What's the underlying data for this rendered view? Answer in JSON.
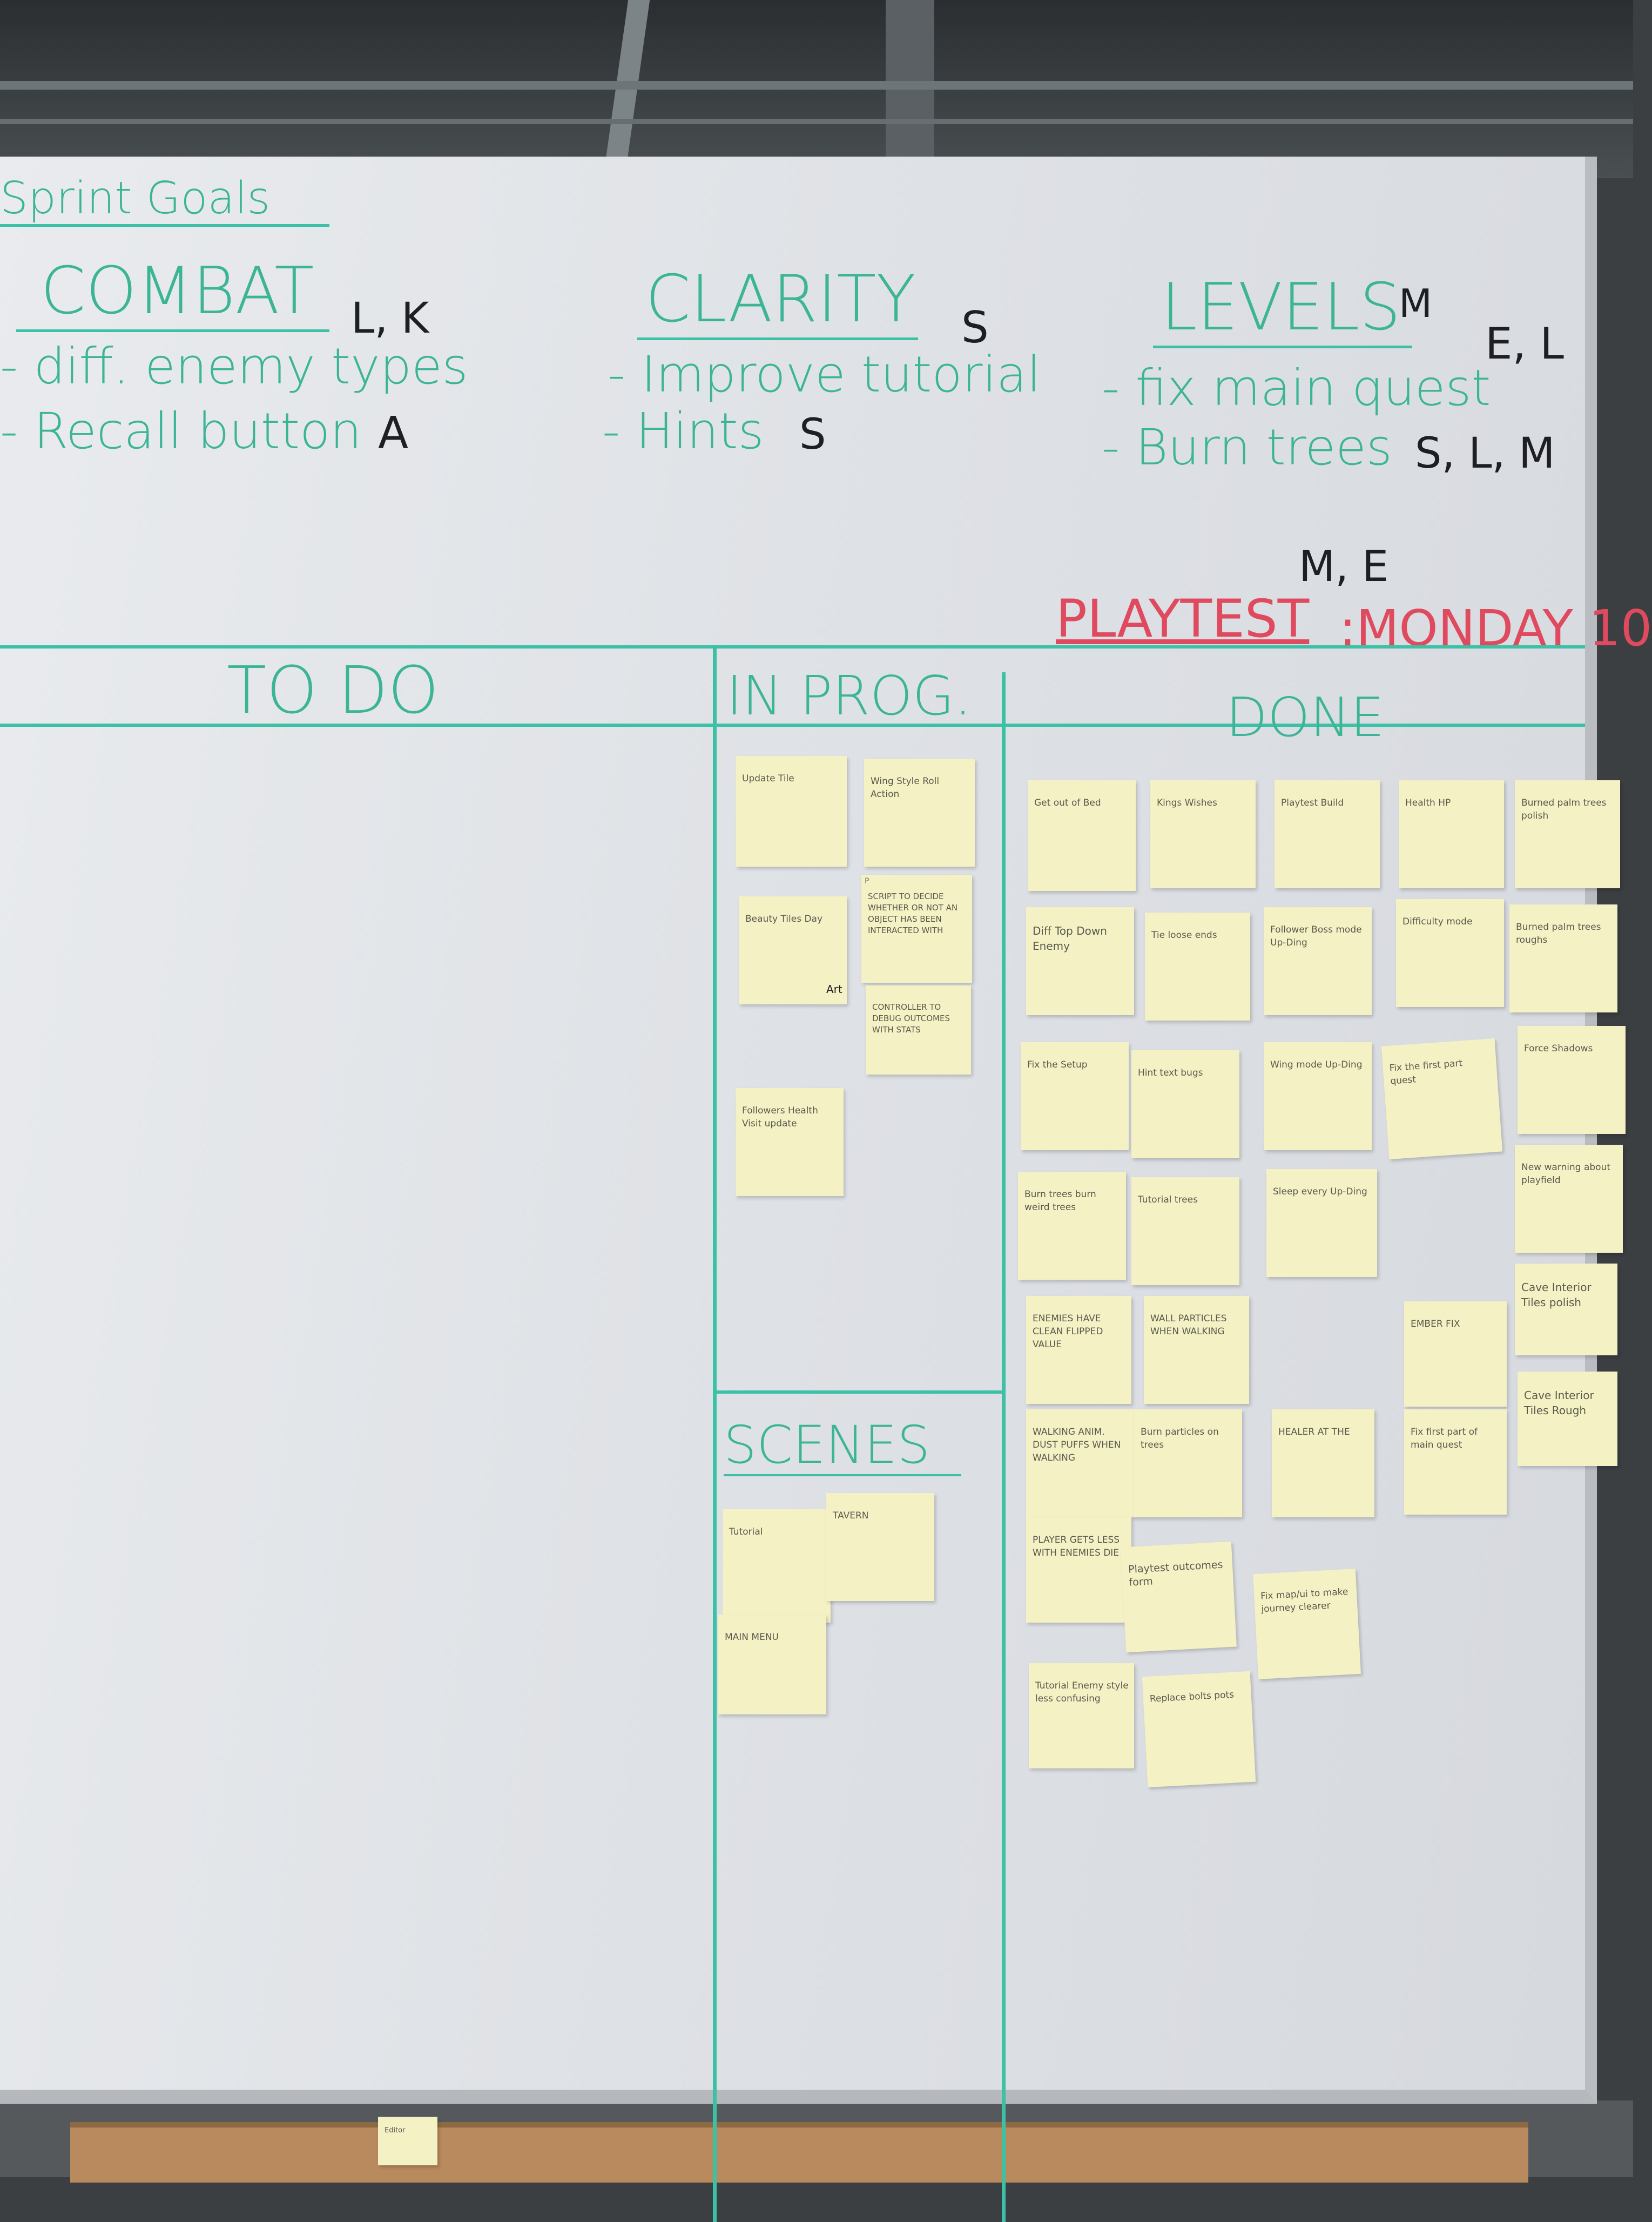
{
  "board": {
    "sprint_goals_label": "Sprint Goals",
    "goals": [
      {
        "heading": "COMBAT",
        "assignees": "L, K",
        "items": [
          "- diff. enemy types",
          "- Recall button"
        ],
        "item_assignees": [
          "",
          "A"
        ]
      },
      {
        "heading": "CLARITY",
        "assignees": "S",
        "items": [
          "- Improve tutorial",
          "- Hints"
        ],
        "item_assignees": [
          "",
          "S"
        ]
      },
      {
        "heading": "LEVELS",
        "assignees": "M",
        "extra_assignees": "E, L",
        "items": [
          "- fix main quest",
          "- Burn trees"
        ],
        "item_assignees": [
          "",
          "S, L, M"
        ]
      }
    ],
    "playtest": {
      "assignees": "M, E",
      "label": "PLAYTEST",
      "date": ":MONDAY 10"
    },
    "columns": {
      "todo": "TO DO",
      "in_progress": "IN PROG.",
      "done": "DONE",
      "scenes": "SCENES"
    },
    "in_progress_notes": [
      "Update Tile",
      "Wing Style Roll Action",
      "Beauty Tiles Day",
      "SCRIPT TO DECIDE WHETHER OR NOT AN OBJECT HAS BEEN INTERACTED WITH",
      "CONTROLLER TO DEBUG OUTCOMES WITH STATS",
      "Followers Health Visit update"
    ],
    "scene_notes": [
      "Tutorial",
      "TAVERN",
      "MAIN MENU"
    ],
    "done_notes": [
      "Get out of Bed",
      "Kings Wishes",
      "Playtest Build",
      "Health HP",
      "Burned palm trees polish",
      "Diff Top Down Enemy",
      "Tie loose ends",
      "Follower Boss mode Up-Ding",
      "Difficulty mode",
      "Burned palm trees roughs",
      "Fix the Setup",
      "Hint text bugs",
      "Wing mode Up-Ding",
      "Fix the first part quest",
      "Force Shadows",
      "Burn trees burn weird trees",
      "Tutorial trees",
      "Sleep every Up-Ding",
      "New warning about playfield",
      "ENEMIES HAVE CLEAN FLIPPED VALUE",
      "WALL PARTICLES WHEN WALKING",
      "EMBER FIX",
      "Cave Interior Tiles polish",
      "WALKING ANIM. DUST PUFFS WHEN WALKING",
      "Burn particles on trees",
      "HEALER AT THE",
      "Fix first part of main quest",
      "Cave Interior Tiles Rough",
      "PLAYER GETS LESS WITH ENEMIES DIE",
      "Playtest outcomes form",
      "Fix map/ui to make journey clearer",
      "Tutorial Enemy style less confusing",
      "Replace bolts pots"
    ],
    "note_tags": {
      "art": "Art",
      "p": "P"
    },
    "tray_note": "Editor"
  }
}
